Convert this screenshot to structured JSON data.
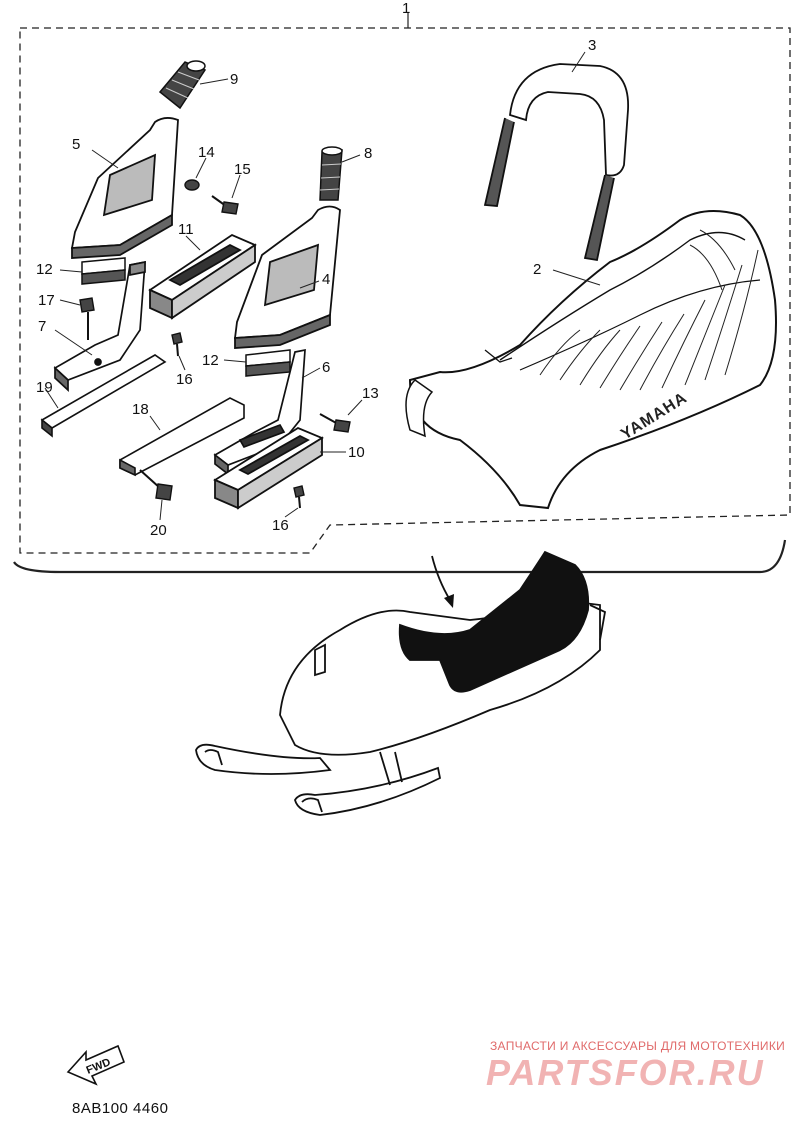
{
  "diagram": {
    "callouts": [
      {
        "id": "c1",
        "label": "1"
      },
      {
        "id": "c2",
        "label": "2"
      },
      {
        "id": "c3",
        "label": "3"
      },
      {
        "id": "c4",
        "label": "4"
      },
      {
        "id": "c5",
        "label": "5"
      },
      {
        "id": "c6",
        "label": "6"
      },
      {
        "id": "c7",
        "label": "7"
      },
      {
        "id": "c8",
        "label": "8"
      },
      {
        "id": "c9",
        "label": "9"
      },
      {
        "id": "c10",
        "label": "10"
      },
      {
        "id": "c11",
        "label": "11"
      },
      {
        "id": "c12a",
        "label": "12"
      },
      {
        "id": "c12b",
        "label": "12"
      },
      {
        "id": "c13",
        "label": "13"
      },
      {
        "id": "c14",
        "label": "14"
      },
      {
        "id": "c15",
        "label": "15"
      },
      {
        "id": "c16a",
        "label": "16"
      },
      {
        "id": "c16b",
        "label": "16"
      },
      {
        "id": "c17",
        "label": "17"
      },
      {
        "id": "c18",
        "label": "18"
      },
      {
        "id": "c19",
        "label": "19"
      },
      {
        "id": "c20",
        "label": "20"
      }
    ],
    "seat_brand": "YAMAHA",
    "fwd_label": "FWD",
    "diagram_code": "8AB100 4460"
  },
  "watermark": {
    "tagline": "ЗАПЧАСТИ И АКСЕССУАРЫ ДЛЯ МОТОТЕХНИКИ",
    "brand": "PARTSFOR.RU",
    "color": "#e06a6a"
  }
}
